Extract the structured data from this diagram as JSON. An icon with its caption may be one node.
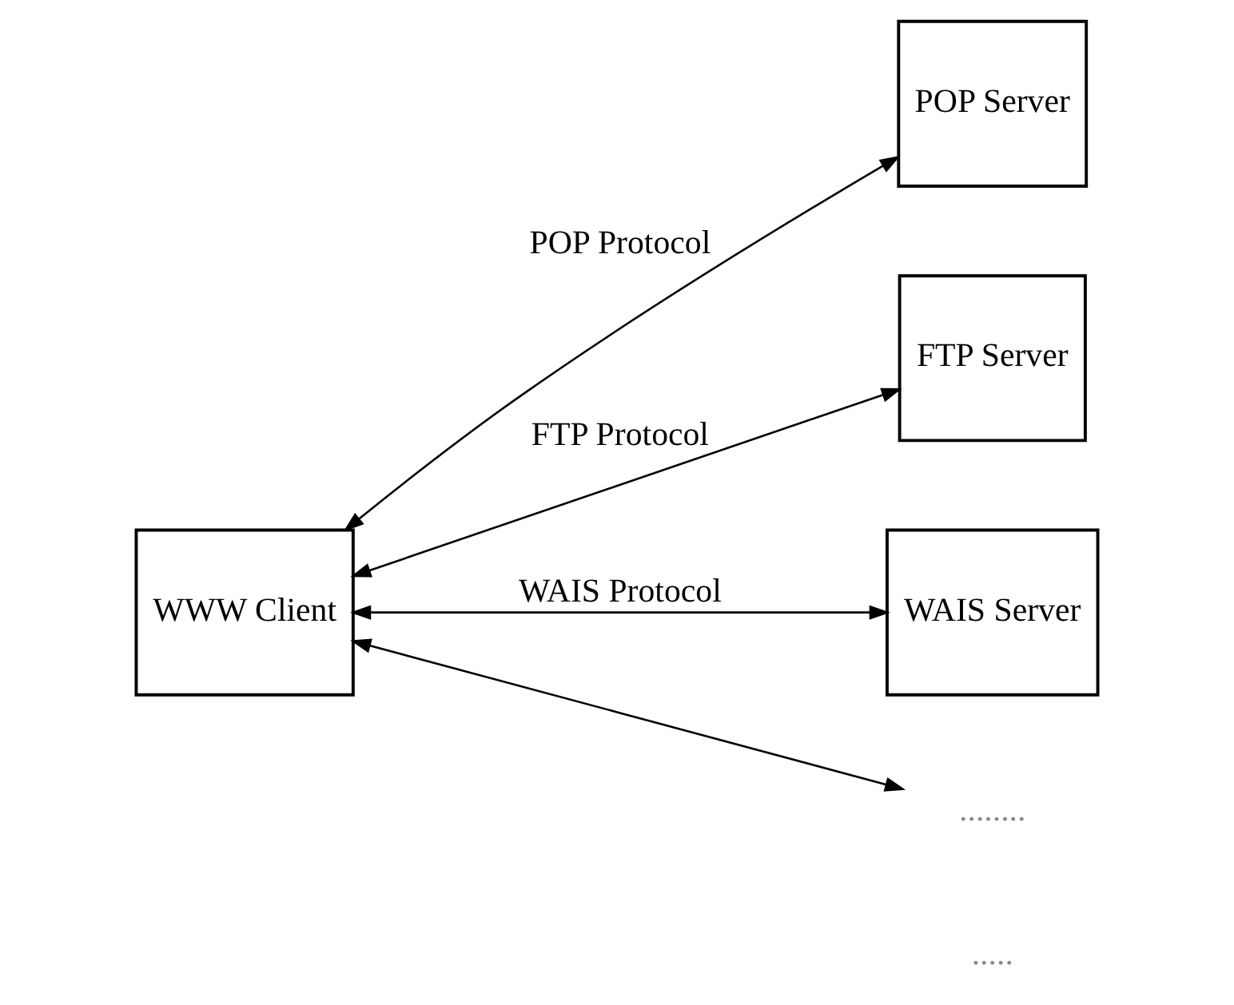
{
  "diagram": {
    "nodes": [
      {
        "text": [
          "WWW Client"
        ]
      },
      {
        "text": [
          "POP Server"
        ]
      },
      {
        "text": [
          "FTP Server"
        ]
      },
      {
        "text": [
          "WAIS Server"
        ]
      },
      {
        "text": [
          "........"
        ]
      }
    ],
    "edges": [
      {
        "from": 0,
        "to": 1,
        "arrow": "both",
        "label": "POP Protocol"
      },
      {
        "from": 0,
        "to": 2,
        "arrow": "both",
        "label": "FTP Protocol"
      },
      {
        "from": 0,
        "to": 3,
        "arrow": "both",
        "label": "WAIS Protocol"
      },
      {
        "from": 0,
        "to": 4,
        "arrow": "both"
      }
    ],
    "labels": [
      "....."
    ]
  }
}
